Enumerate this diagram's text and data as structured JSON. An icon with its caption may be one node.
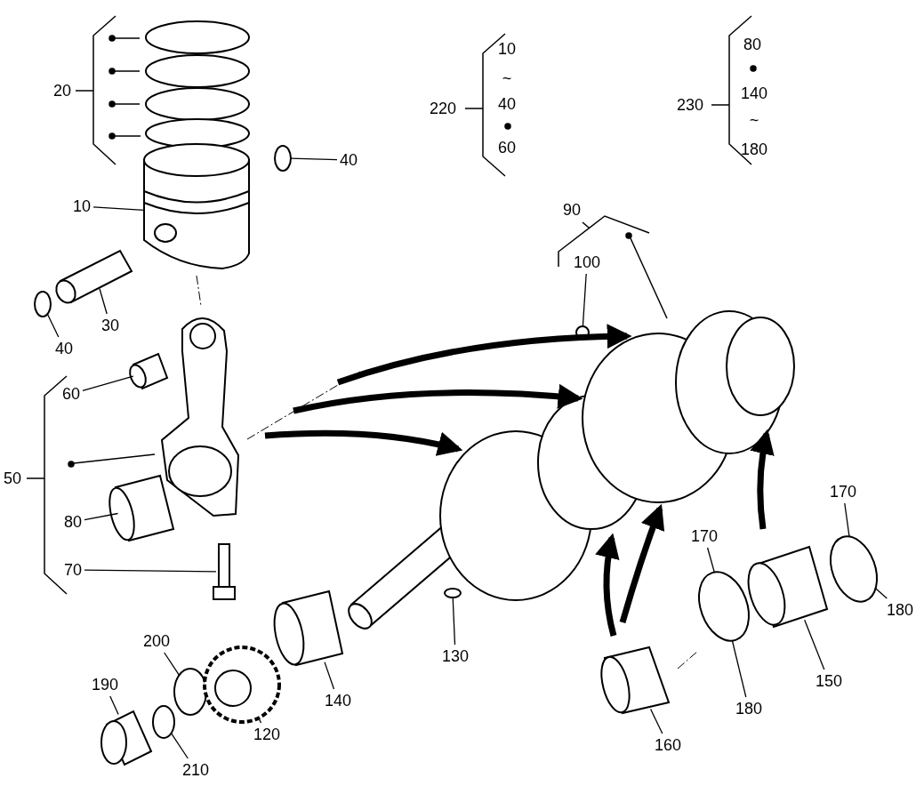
{
  "diagram": {
    "nodes": [
      {
        "text": [
          "40"
        ]
      },
      {
        "text": [
          "10"
        ]
      },
      {
        "text": [
          "30"
        ]
      },
      {
        "text": [
          "40"
        ]
      },
      {
        "text": [
          "100"
        ]
      },
      {
        "text": [
          "60"
        ]
      },
      {
        "text": [
          "80"
        ]
      },
      {
        "text": [
          "70"
        ]
      },
      {
        "text": [
          "170"
        ]
      },
      {
        "text": [
          "170"
        ]
      },
      {
        "text": [
          "180"
        ]
      },
      {
        "text": [
          "130"
        ]
      },
      {
        "text": [
          "140"
        ]
      },
      {
        "text": [
          "150"
        ]
      },
      {
        "text": [
          "180"
        ]
      },
      {
        "text": [
          "200"
        ]
      },
      {
        "text": [
          "190"
        ]
      },
      {
        "text": [
          "120"
        ]
      },
      {
        "text": [
          "160"
        ]
      },
      {
        "text": [
          "210"
        ]
      },
      {
        "text": [],
        "shape": "circle"
      },
      {
        "text": [],
        "shape": "picture"
      },
      {
        "text": [],
        "shape": "picture"
      },
      {
        "text": [],
        "shape": "circle"
      },
      {
        "text": [],
        "shape": "circle"
      },
      {
        "text": [],
        "shape": "picture"
      },
      {
        "text": [],
        "shape": "picture"
      },
      {
        "text": [],
        "shape": "picture"
      },
      {
        "text": [],
        "shape": "circle"
      },
      {
        "text": [],
        "shape": "circle"
      },
      {
        "text": [],
        "shape": "circle"
      },
      {
        "text": [],
        "shape": "picture"
      },
      {
        "text": [],
        "shape": "picture"
      },
      {
        "text": [],
        "shape": "circle"
      },
      {
        "text": [],
        "shape": "picture"
      },
      {
        "text": [],
        "shape": "picture"
      },
      {
        "text": [],
        "shape": "picture"
      },
      {
        "text": [],
        "shape": "circle"
      }
    ],
    "edges": [
      {
        "from": 0,
        "to": 20,
        "arrow": "none"
      },
      {
        "from": 1,
        "to": 21,
        "arrow": "none"
      },
      {
        "from": 2,
        "to": 22,
        "arrow": "none"
      },
      {
        "from": 3,
        "to": 23,
        "arrow": "none"
      },
      {
        "from": 4,
        "to": 24,
        "arrow": "none"
      },
      {
        "from": 5,
        "to": 25,
        "arrow": "none"
      },
      {
        "from": 6,
        "to": 26,
        "arrow": "none"
      },
      {
        "from": 7,
        "to": 27,
        "arrow": "none"
      },
      {
        "from": 8,
        "to": 28,
        "arrow": "none"
      },
      {
        "from": 9,
        "to": 29,
        "arrow": "none"
      },
      {
        "from": 10,
        "to": 28,
        "arrow": "none"
      },
      {
        "from": 11,
        "to": 30,
        "arrow": "none"
      },
      {
        "from": 12,
        "to": 31,
        "arrow": "none"
      },
      {
        "from": 13,
        "to": 32,
        "arrow": "none"
      },
      {
        "from": 14,
        "to": 29,
        "arrow": "none"
      },
      {
        "from": 15,
        "to": 33,
        "arrow": "none"
      },
      {
        "from": 16,
        "to": 34,
        "arrow": "none"
      },
      {
        "from": 17,
        "to": 35,
        "arrow": "none"
      },
      {
        "from": 18,
        "to": 36,
        "arrow": "none"
      },
      {
        "from": 19,
        "to": 37,
        "arrow": "none"
      }
    ],
    "labels": [
      "20",
      "220",
      "10",
      "~",
      "40",
      "60",
      "230",
      "80",
      "140",
      "~",
      "180",
      "90",
      "50"
    ]
  }
}
